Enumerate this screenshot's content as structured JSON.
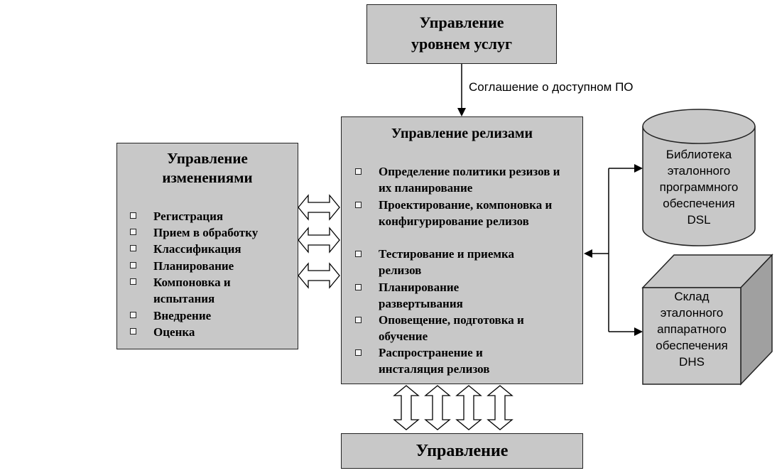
{
  "service_level": {
    "title": "Управление уровнем услуг"
  },
  "agreement_label": "Соглашение о доступном ПО",
  "release": {
    "title": "Управление релизами",
    "items": [
      {
        "label": "Определение политики резизов и их планирование"
      },
      {
        "label": "Проектирование, компоновка и конфигурирование релизов"
      },
      {
        "label": "Тестирование и приемка релизов"
      },
      {
        "label": "Планирование развертывания"
      },
      {
        "label": "Оповещение, подготовка и обучение"
      },
      {
        "label": "Распространение и инсталяция релизов"
      }
    ]
  },
  "change": {
    "title": "Управление изменениями",
    "items": [
      {
        "label": "Регистрация"
      },
      {
        "label": "Прием в обработку"
      },
      {
        "label": "Классификация"
      },
      {
        "label": "Планирование"
      },
      {
        "label": "Компоновка и испытания"
      },
      {
        "label": "Внедрение"
      },
      {
        "label": "Оценка"
      }
    ]
  },
  "dsl": {
    "label": "Библиотека эталонного программного обеспечения DSL"
  },
  "dhs": {
    "label": "Склад эталонного аппаратного обеспечения DHS"
  },
  "bottom": {
    "title": "Управление"
  }
}
